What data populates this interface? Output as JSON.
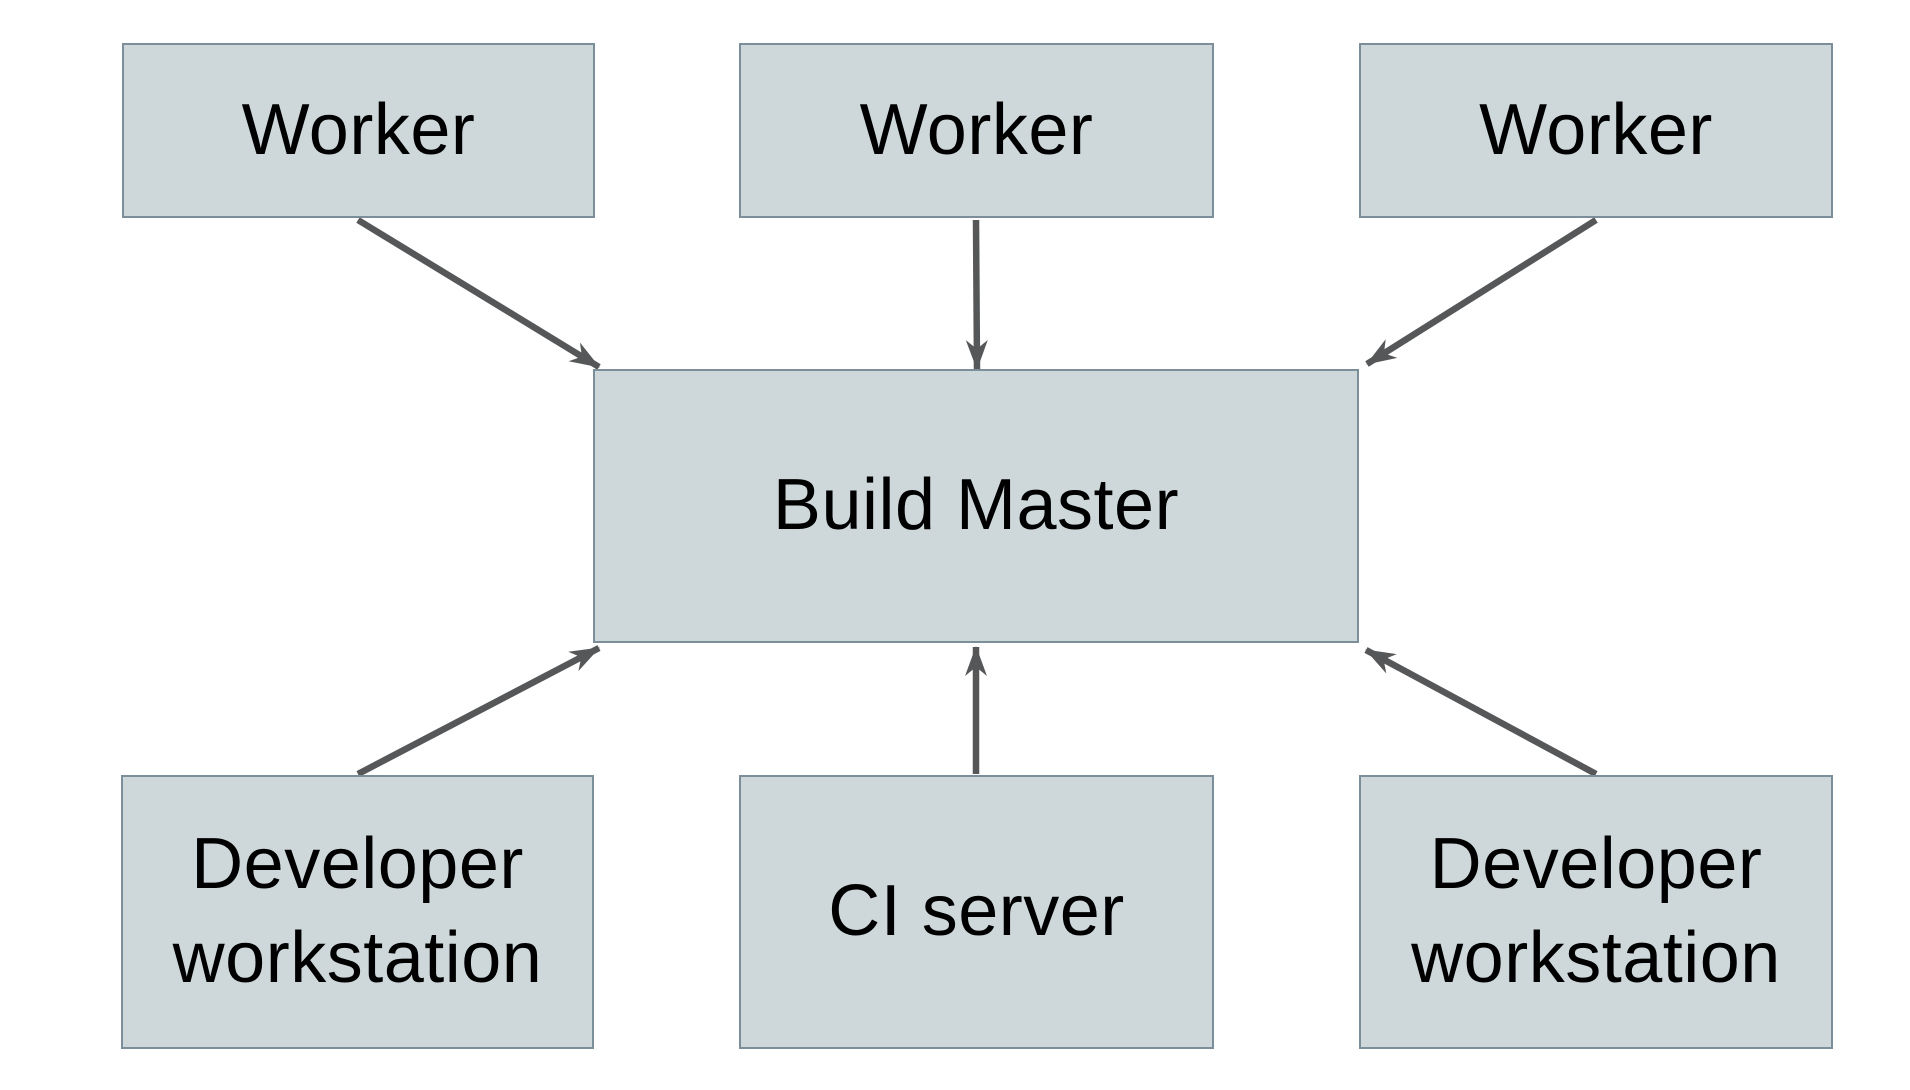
{
  "diagram": {
    "nodes": [
      {
        "id": "worker-1",
        "label": "Worker"
      },
      {
        "id": "worker-2",
        "label": "Worker"
      },
      {
        "id": "worker-3",
        "label": "Worker"
      },
      {
        "id": "build-master",
        "label": "Build Master"
      },
      {
        "id": "developer-workstation-1",
        "label": "Developer workstation"
      },
      {
        "id": "ci-server",
        "label": "CI server"
      },
      {
        "id": "developer-workstation-2",
        "label": "Developer workstation"
      }
    ],
    "edges": [
      {
        "from": "worker-1",
        "to": "build-master"
      },
      {
        "from": "worker-2",
        "to": "build-master"
      },
      {
        "from": "worker-3",
        "to": "build-master"
      },
      {
        "from": "developer-workstation-1",
        "to": "build-master"
      },
      {
        "from": "ci-server",
        "to": "build-master"
      },
      {
        "from": "developer-workstation-2",
        "to": "build-master"
      }
    ],
    "colors": {
      "background": "#ffffff",
      "node_fill": "#ced8da",
      "node_border": "#7c8e99",
      "arrow": "#565758",
      "text": "#000000"
    }
  }
}
